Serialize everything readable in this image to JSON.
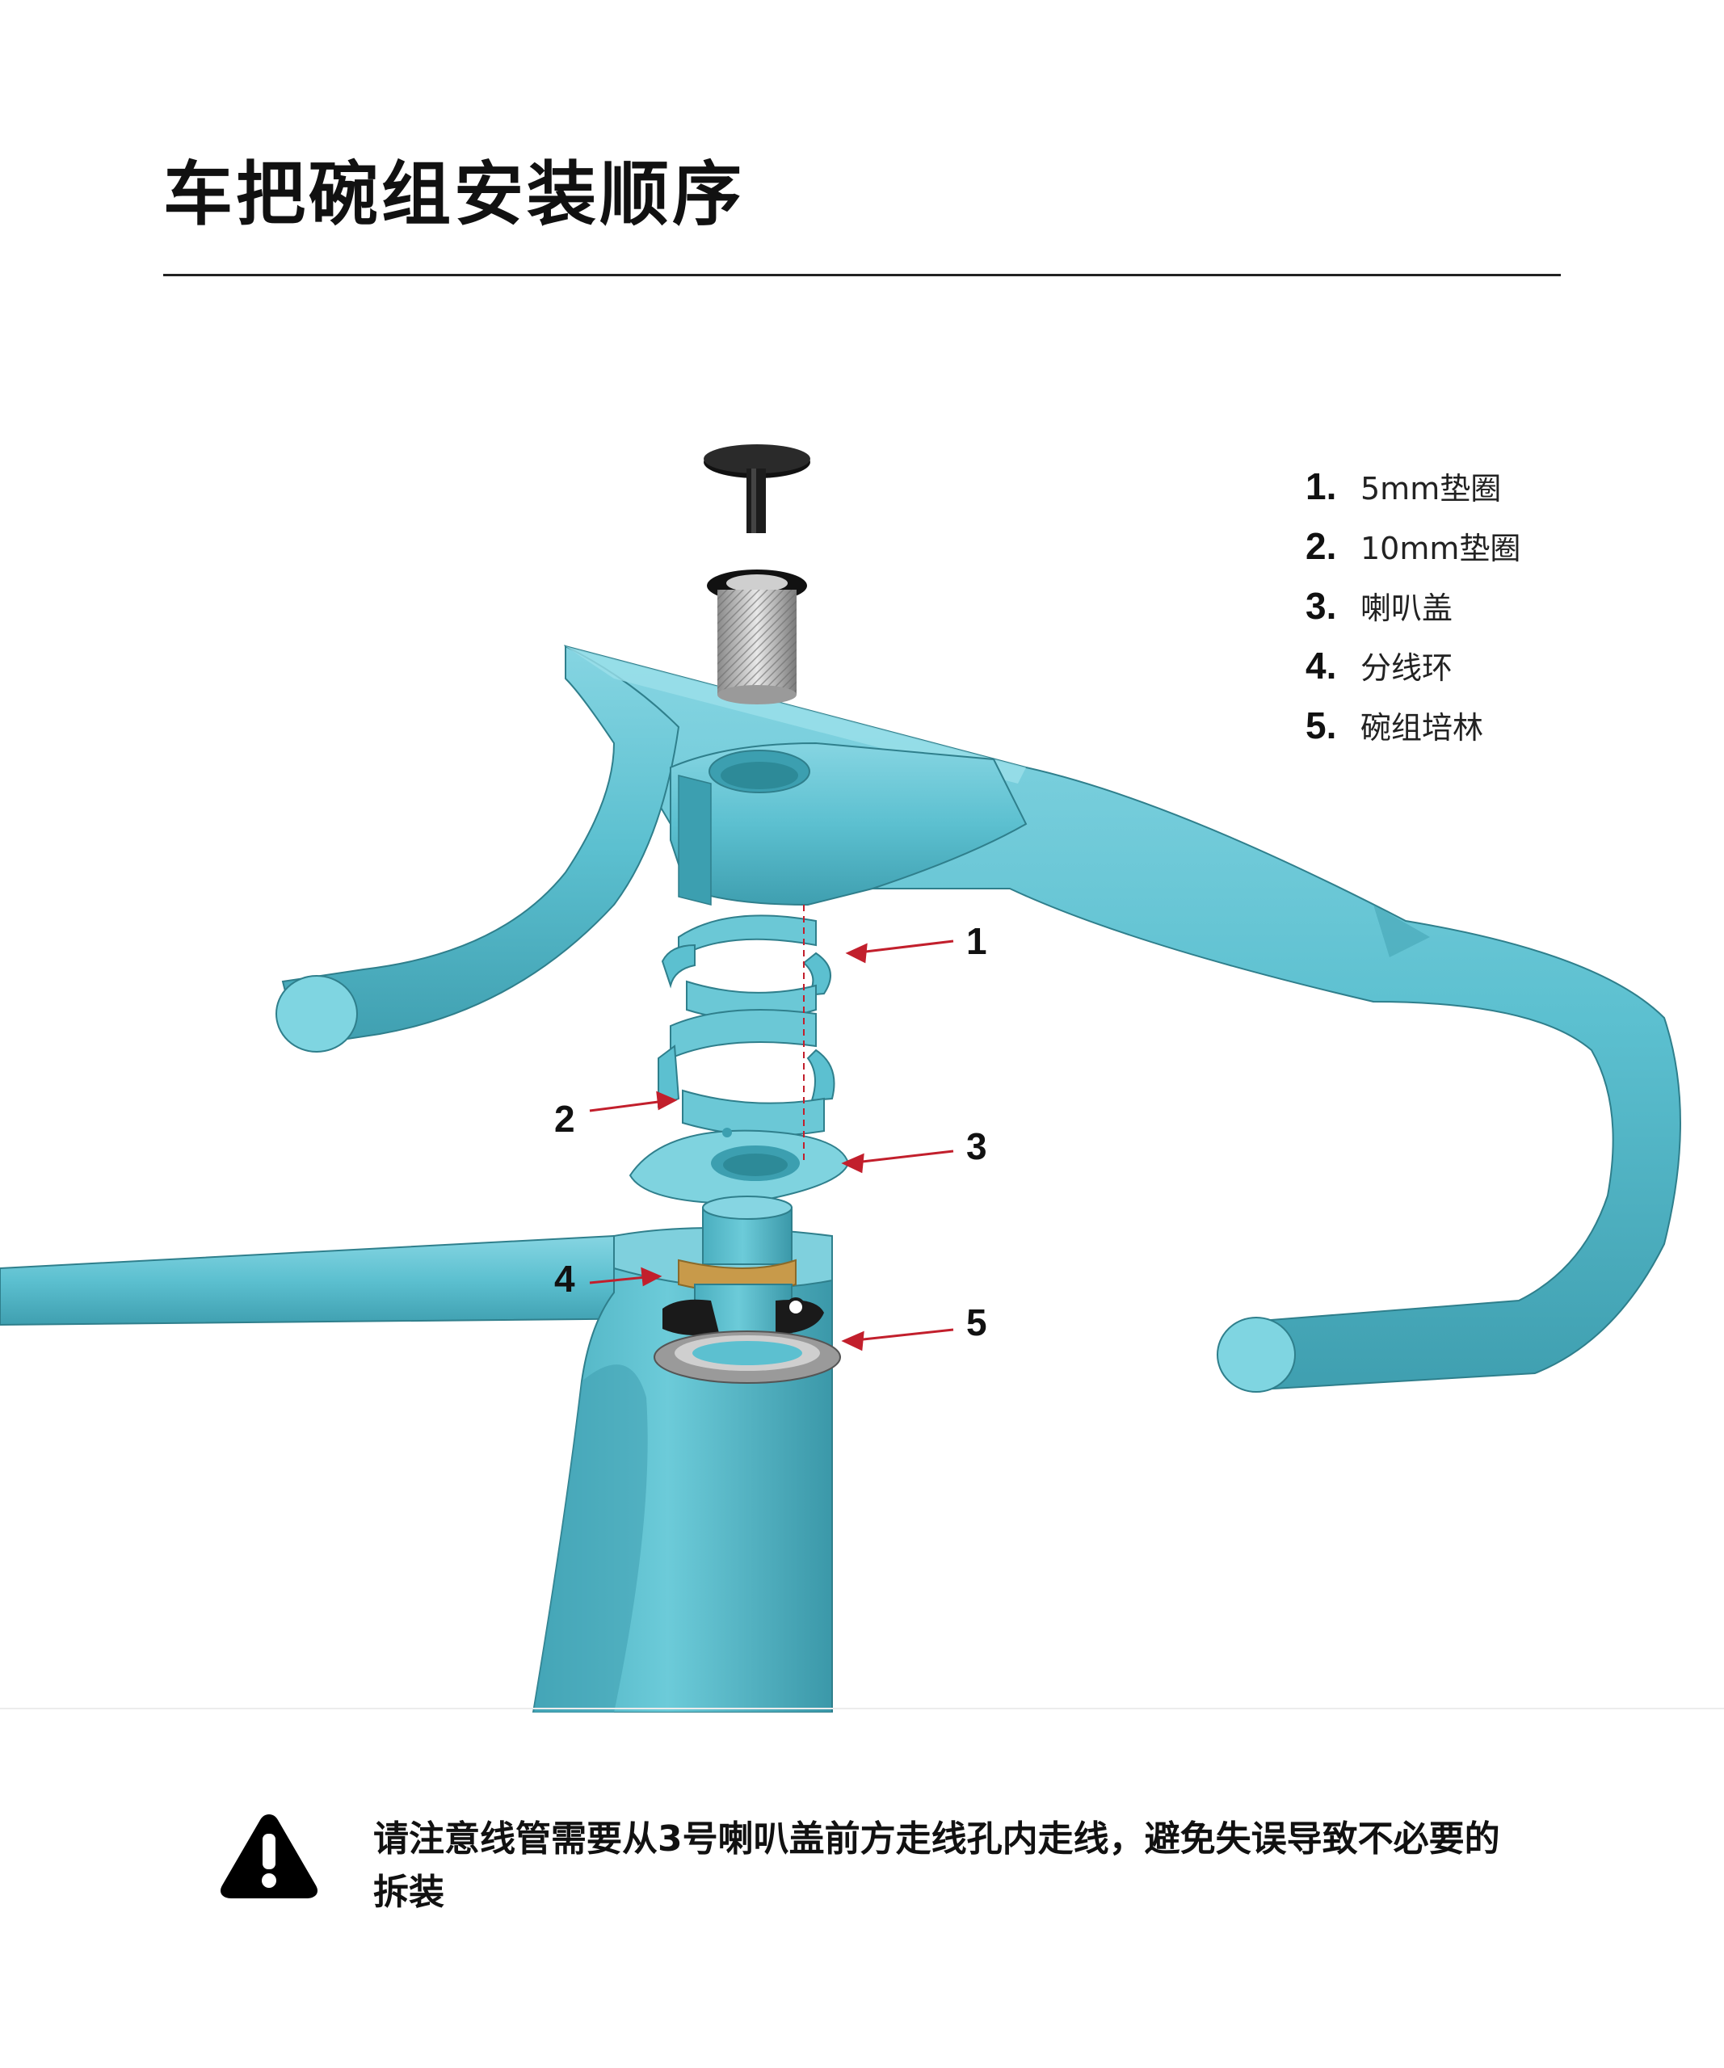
{
  "title": "车把碗组安装顺序",
  "legend": [
    {
      "num": "1.",
      "label": "5mm垫圈"
    },
    {
      "num": "2.",
      "label": "10mm垫圈"
    },
    {
      "num": "3.",
      "label": "喇叭盖"
    },
    {
      "num": "4.",
      "label": "分线环"
    },
    {
      "num": "5.",
      "label": "碗组培林"
    }
  ],
  "callouts": [
    "1",
    "2",
    "3",
    "4",
    "5"
  ],
  "warning": {
    "icon": "warning-triangle-icon",
    "text": "请注意线管需要从3号喇叭盖前方走线孔内走线，避免失误导致不必要的拆装"
  },
  "colors": {
    "frame": "#5cc0d0",
    "frame_dark": "#3c9fb0",
    "frame_light": "#8ad8e4",
    "arrow": "#c21f2c",
    "black_parts": "#1a1a1a",
    "gold_ring": "#c89a4a"
  }
}
